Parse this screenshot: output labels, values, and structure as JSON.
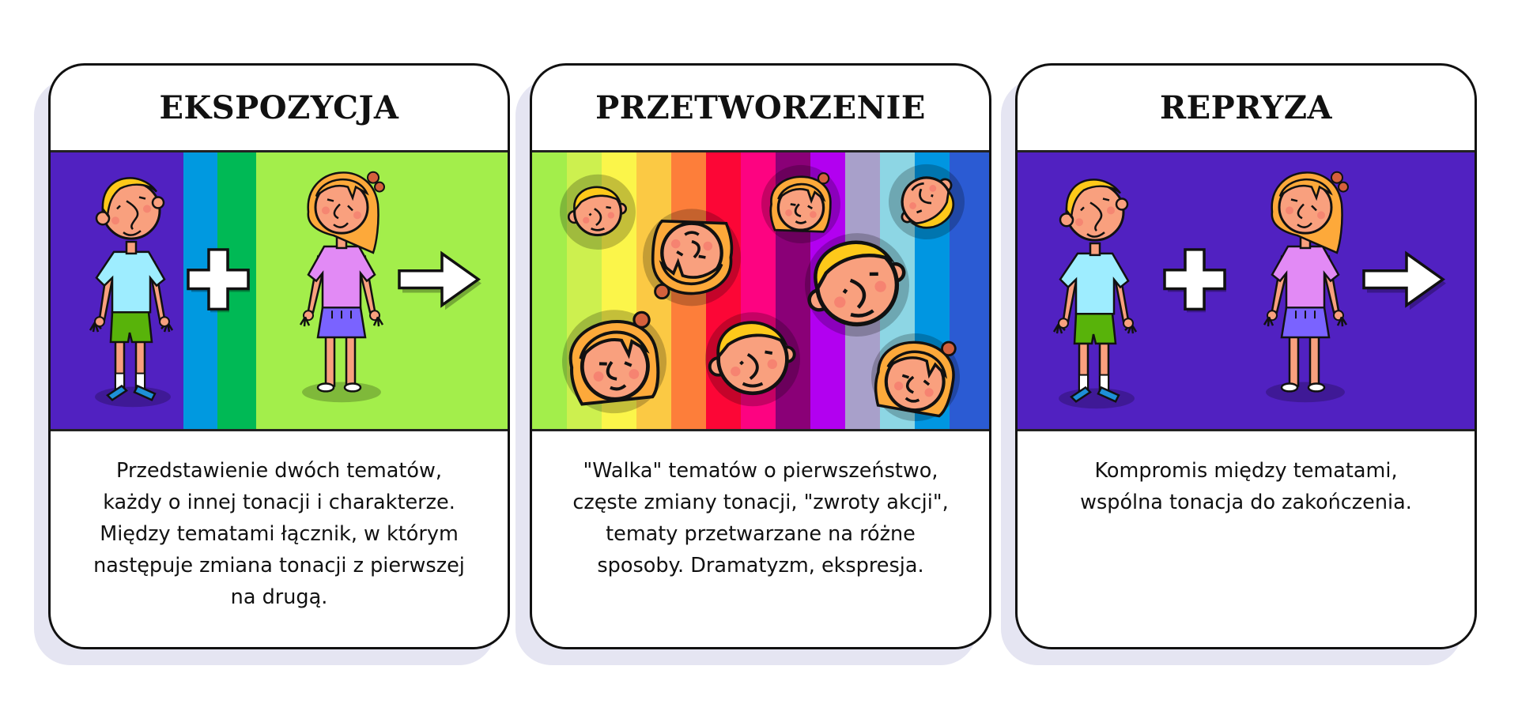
{
  "diagram": {
    "type": "three-stage-cards",
    "shadow_color": "#e5e5f2",
    "border_color": "#111111"
  },
  "cards": [
    {
      "title": "EKSPOZYCJA",
      "description_lines": [
        "Przedstawienie dwóch tematów,",
        "każdy o innej tonacji i charakterze.",
        "Między tematami łącznik, w którym",
        "następuje zmiana tonacji z pierwszej",
        "na drugą."
      ],
      "illustration": {
        "background_stripes": [
          "#5121c1",
          "#0099e0",
          "#00b955",
          "#a3ee4b"
        ],
        "elements": [
          "boy-figure",
          "plus-icon",
          "girl-figure",
          "arrow-right-icon"
        ]
      }
    },
    {
      "title": "PRZETWORZENIE",
      "description_lines": [
        "\"Walka\" tematów o pierwszeństwo,",
        "częste zmiany tonacji, \"zwroty akcji\",",
        "tematy przetwarzane na różne",
        "sposoby. Dramatyzm, ekspresja."
      ],
      "illustration": {
        "background_stripes": [
          "#a3ee4b",
          "#cdf04f",
          "#fbf54a",
          "#fbc944",
          "#fd7e3a",
          "#fc0636",
          "#fd0381",
          "#8a0077",
          "#b200f0",
          "#a8a0ca",
          "#8dd6e4",
          "#0096e1",
          "#2b5bd3"
        ],
        "elements": [
          "boy-face",
          "girl-face-upside-down",
          "girl-face",
          "boy-face-rotated",
          "boy-face-large",
          "girl-face-large",
          "boy-face-smiling",
          "girl-face-tilted"
        ]
      }
    },
    {
      "title": "REPRYZA",
      "description_lines": [
        "Kompromis między tematami,",
        "wspólna tonacja do zakończenia."
      ],
      "illustration": {
        "background_stripes": [
          "#5121c1"
        ],
        "elements": [
          "boy-figure",
          "plus-icon",
          "girl-figure",
          "arrow-right-icon"
        ]
      }
    }
  ]
}
